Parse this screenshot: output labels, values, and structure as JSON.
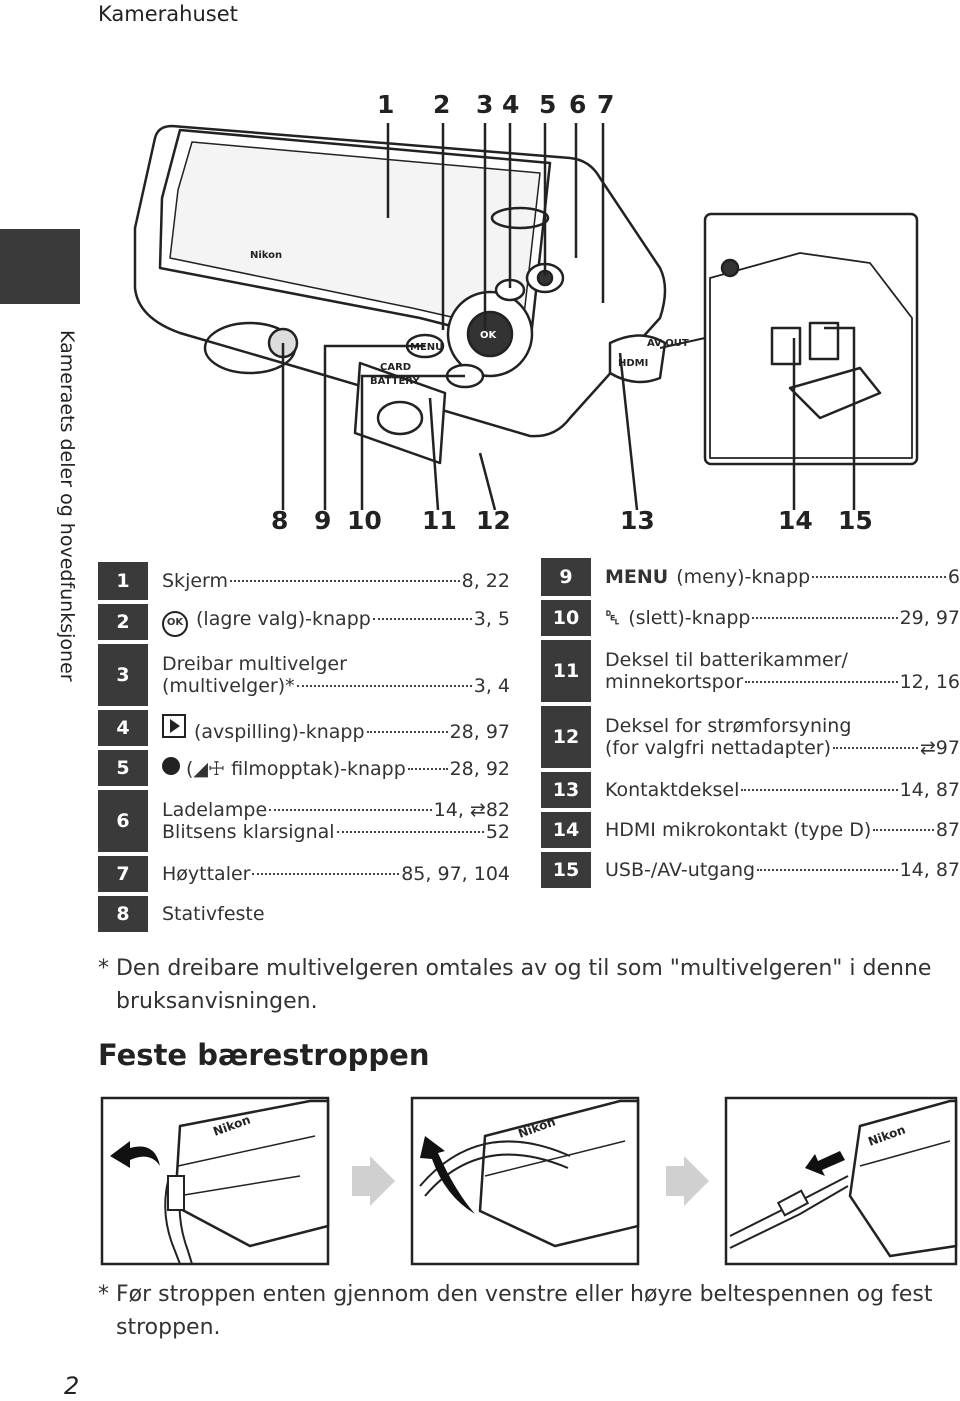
{
  "header": {
    "section": "Kamerahuset"
  },
  "side_tab": {
    "label": "Kameraets deler og hovedfunksjoner"
  },
  "page_number": "2",
  "diagram": {
    "top_callouts": [
      "1",
      "2",
      "3",
      "4",
      "5",
      "6",
      "7"
    ],
    "bottom_callouts": [
      "8",
      "9",
      "10",
      "11",
      "12",
      "13",
      "14",
      "15"
    ],
    "camera_labels": {
      "brand": "Nikon",
      "card": "CARD",
      "battery": "BATTERY",
      "hdmi": "HDMI",
      "av_out": "AV OUT",
      "ok": "OK",
      "menu": "MENU"
    }
  },
  "parts_left": [
    {
      "num": "1",
      "lines": [
        {
          "label": "Skjerm",
          "pages": "8, 22"
        }
      ]
    },
    {
      "num": "2",
      "icon": "ok-icon",
      "icon_text": "OK",
      "lines": [
        {
          "label": "(lagre valg)-knapp",
          "pages": "3, 5"
        }
      ]
    },
    {
      "num": "3",
      "lines": [
        {
          "label": "Dreibar multivelger",
          "pages": ""
        },
        {
          "label": "(multivelger)*",
          "pages": "3, 4"
        }
      ]
    },
    {
      "num": "4",
      "icon": "play-icon",
      "lines": [
        {
          "label": "(avspilling)-knapp",
          "pages": "28, 97"
        }
      ]
    },
    {
      "num": "5",
      "icon": "record-icon",
      "lines": [
        {
          "label": "(◢☩ filmopptak)-knapp",
          "pages": "28, 92"
        }
      ]
    },
    {
      "num": "6",
      "lines": [
        {
          "label": "Ladelampe",
          "pages": "14, ⇄82"
        },
        {
          "label": "Blitsens klarsignal",
          "pages": "52"
        }
      ]
    },
    {
      "num": "7",
      "lines": [
        {
          "label": "Høyttaler",
          "pages": "85, 97, 104"
        }
      ]
    },
    {
      "num": "8",
      "lines": [
        {
          "label": "Stativfeste",
          "pages": ""
        }
      ]
    }
  ],
  "parts_right": [
    {
      "num": "9",
      "icon_text": "MENU",
      "lines": [
        {
          "label": "(meny)-knapp",
          "pages": "6"
        }
      ]
    },
    {
      "num": "10",
      "icon_text": "␡",
      "lines": [
        {
          "label": "(slett)-knapp",
          "pages": "29, 97"
        }
      ]
    },
    {
      "num": "11",
      "lines": [
        {
          "label": "Deksel til batterikammer/",
          "pages": ""
        },
        {
          "label": "minnekortspor",
          "pages": "12, 16"
        }
      ]
    },
    {
      "num": "12",
      "lines": [
        {
          "label": "Deksel for strømforsyning",
          "pages": ""
        },
        {
          "label": "(for valgfri nettadapter)",
          "pages": "⇄97"
        }
      ]
    },
    {
      "num": "13",
      "lines": [
        {
          "label": "Kontaktdeksel",
          "pages": "14, 87"
        }
      ]
    },
    {
      "num": "14",
      "lines": [
        {
          "label": "HDMI mikrokontakt (type D)",
          "pages": "87"
        }
      ]
    },
    {
      "num": "15",
      "lines": [
        {
          "label": "USB-/AV-utgang",
          "pages": "14, 87"
        }
      ]
    }
  ],
  "footnote1": {
    "line1": "* Den dreibare multivelgeren omtales av og til som \"multivelgeren\" i denne",
    "line2": "bruksanvisningen."
  },
  "strap_section": {
    "title": "Feste bærestroppen"
  },
  "footnote2": {
    "line1": "* Før stroppen enten gjennom den venstre eller høyre beltespennen og fest",
    "line2": "stroppen."
  },
  "colors": {
    "dark_tab": "#3a3a3a",
    "arrow": "#d0d0d0",
    "text": "#222222"
  }
}
